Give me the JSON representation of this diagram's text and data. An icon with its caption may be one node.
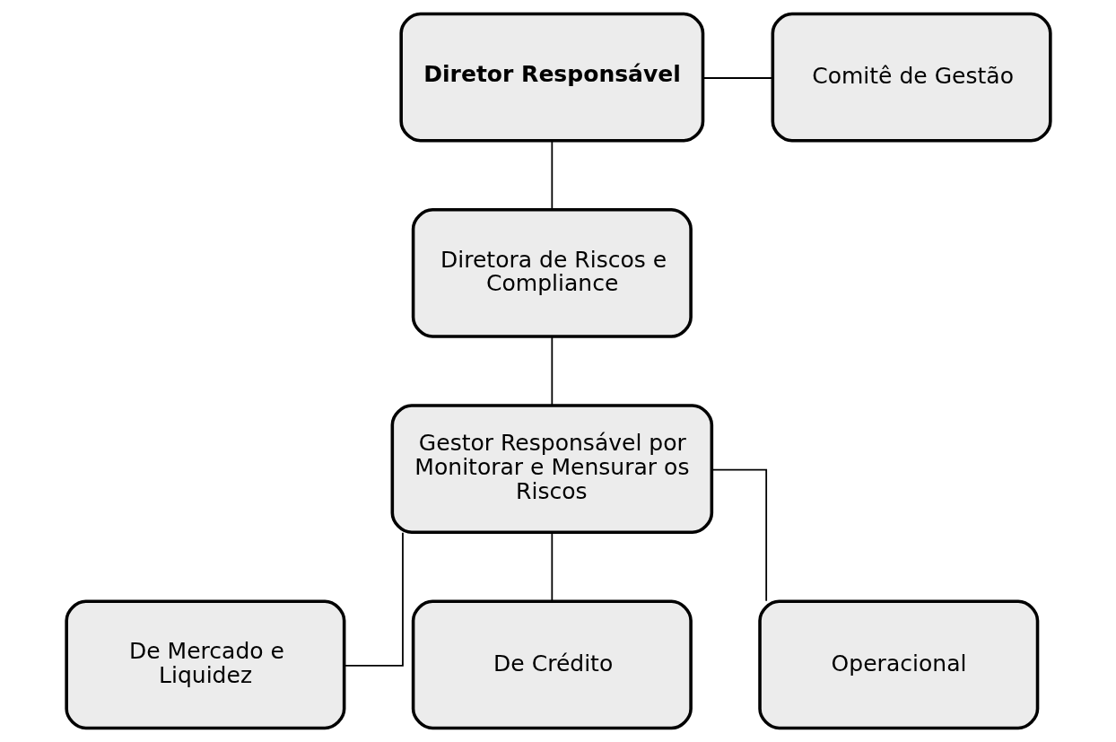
{
  "diagram": {
    "nodes": [
      {
        "text": [
          "Diretor Responsável"
        ]
      },
      {
        "text": [
          "Comitê de Gestão"
        ]
      },
      {
        "text": [
          "Diretora de Riscos e Compliance"
        ]
      },
      {
        "text": [
          "Gestor Responsável por Monitorar e Mensurar os Riscos"
        ]
      },
      {
        "text": [
          "De Mercado e Liquidez"
        ]
      },
      {
        "text": [
          "De Crédito"
        ]
      },
      {
        "text": [
          "Operacional"
        ]
      }
    ],
    "edges": [
      {
        "from": 0,
        "to": 2,
        "arrow": "none"
      },
      {
        "from": 0,
        "to": 1,
        "arrow": "none"
      },
      {
        "from": 2,
        "to": 3,
        "arrow": "none"
      },
      {
        "from": 3,
        "to": 4,
        "arrow": "none"
      },
      {
        "from": 3,
        "to": 5,
        "arrow": "none"
      },
      {
        "from": 3,
        "to": 6,
        "arrow": "none"
      }
    ]
  }
}
